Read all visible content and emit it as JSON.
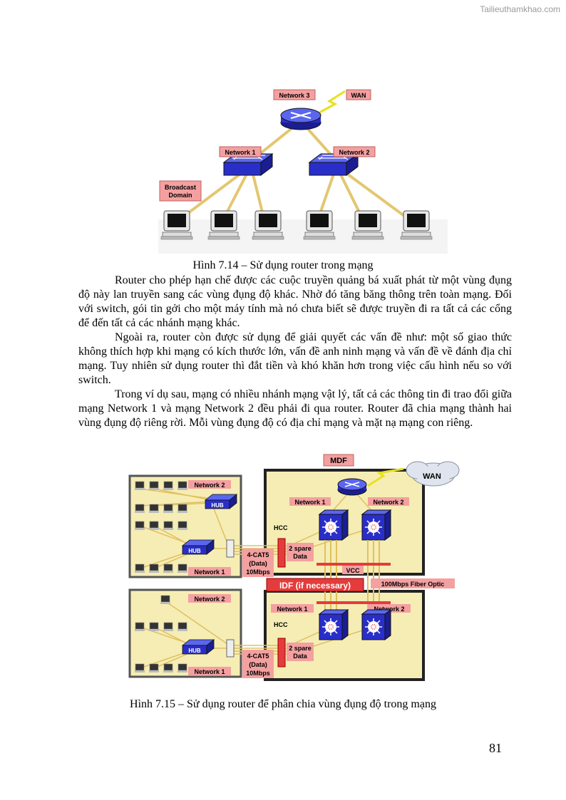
{
  "watermark": "Tailieuthamkhao.com",
  "figure1": {
    "labels": {
      "network3": "Network 3",
      "wan": "WAN",
      "network1": "Network 1",
      "network2": "Network 2",
      "broadcast_line1": "Broadcast",
      "broadcast_line2": "Domain"
    },
    "caption": "Hình 7.14 – Sử dụng router trong mạng"
  },
  "paragraphs": [
    "Router cho phép hạn chế được các cuộc truyền quảng bá xuất phát từ một vùng đụng độ này lan truyền sang các vùng đụng độ khác. Nhờ đó tăng băng thông trên toàn mạng. Đối với switch, gói tin gởi cho một máy tính mà nó chưa biết sẽ được truyền đi ra tất cả các cổng để đến tất cả các nhánh mạng khác.",
    "Ngoài ra, router còn được sử dụng để giải quyết các vấn đề như: một số giao thức không thích hợp khi mạng có kích thước lớn, vấn đề anh ninh mạng và vấn đề về đánh địa chỉ mạng. Tuy nhiên sử dụng router thì đắt tiền và khó khăn hơn trong việc cấu hình nếu so với switch.",
    "Trong ví dụ sau, mạng có nhiều nhánh mạng vật lý, tất cả các thông tin đi trao đổi giữa mạng Network 1 và mạng Network 2 đều phải đi qua router. Router đã chia mạng thành hai vùng đụng độ riêng rời. Mỗi vùng đụng độ có địa chỉ mạng và mặt nạ mạng con riêng."
  ],
  "figure2": {
    "labels": {
      "mdf": "MDF",
      "wan": "WAN",
      "network1": "Network 1",
      "network2": "Network 2",
      "hub": "HUB",
      "hcc": "HCC",
      "spare_line1": "2 spare",
      "spare_line2": "Data",
      "cat5_line1": "4-CAT5",
      "cat5_line2": "(Data)",
      "cat5_line3": "10Mbps",
      "vcc": "VCC",
      "idf": "IDF (if necessary)",
      "fiber": "100Mbps Fiber Optic"
    },
    "caption": "Hình 7.15 – Sử dụng router để phân chia vùng đụng độ trong mạng"
  },
  "page_number": "81",
  "colors": {
    "label_bg": "#f4a0a0",
    "panel_bg": "#f6edb4",
    "device_blue": "#2a2ec8",
    "cable": "#e0c060",
    "idf_red": "#e43c3c"
  }
}
